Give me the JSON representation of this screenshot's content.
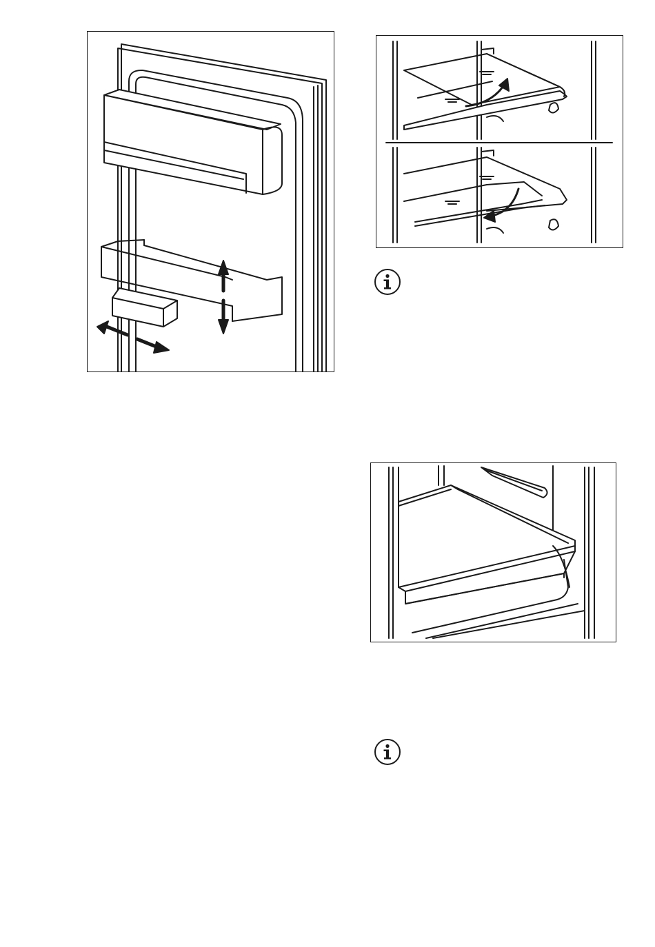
{
  "page": {
    "background": "#ffffff",
    "line_color": "#1a1a1a"
  },
  "figures": [
    {
      "id": "door-rack-figure",
      "icon": "door-shelves-illustration"
    },
    {
      "id": "shelf-tilt-figure",
      "icon": "glass-shelf-illustration"
    },
    {
      "id": "drawer-figure",
      "icon": "crisper-drawer-illustration"
    }
  ],
  "notes": [
    {
      "icon": "info-icon"
    },
    {
      "icon": "info-icon"
    }
  ]
}
